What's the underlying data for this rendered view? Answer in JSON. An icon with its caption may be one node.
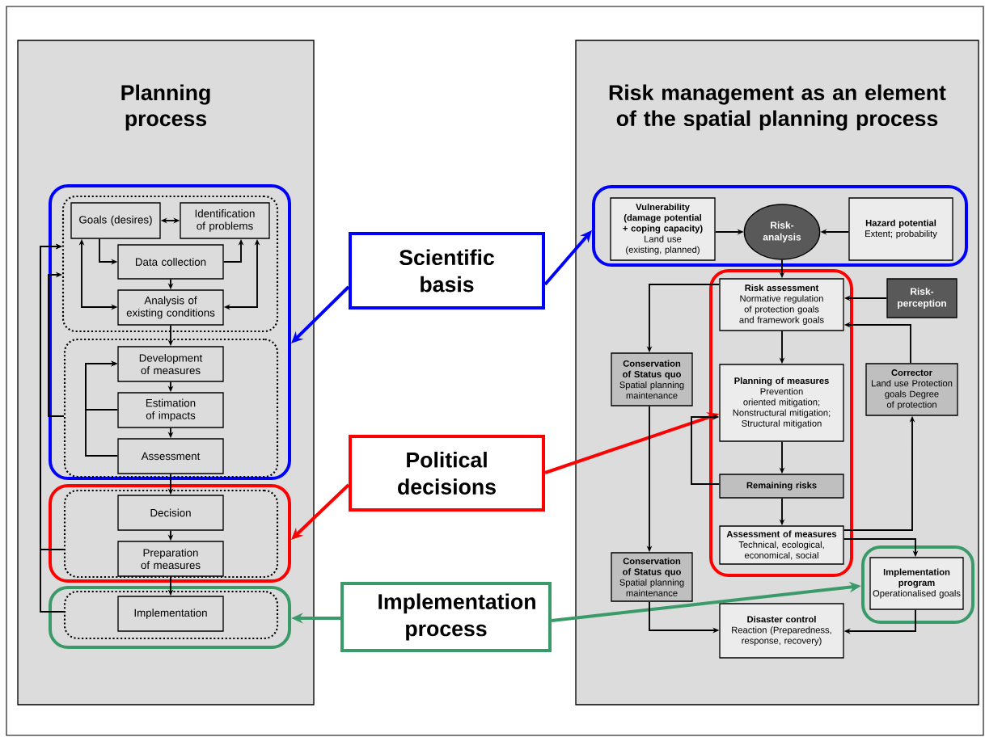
{
  "diagram": {
    "nodes": [
      {
        "text": [
          "Planning process"
        ]
      },
      {
        "text": [],
        "shape": "box",
        "in": 0
      },
      {
        "text": [],
        "shape": "box",
        "in": 1
      },
      {
        "text": [
          "Goals (desires)"
        ],
        "in": 2
      },
      {
        "text": [
          "Identification of problems"
        ],
        "in": 2
      },
      {
        "text": [
          "Data collection"
        ],
        "in": 2
      },
      {
        "text": [
          "Analysis of existing conditions"
        ],
        "in": 2
      },
      {
        "text": [],
        "shape": "box",
        "in": 1
      },
      {
        "text": [
          "Development of measures"
        ],
        "in": 7
      },
      {
        "text": [
          "Estimation of impacts"
        ],
        "in": 7
      },
      {
        "text": [
          "Assessment"
        ],
        "in": 7
      },
      {
        "text": [],
        "shape": "box",
        "in": 0
      },
      {
        "text": [],
        "shape": "box",
        "in": 11
      },
      {
        "text": [
          "Decision"
        ],
        "in": 12
      },
      {
        "text": [
          "Preparation of measures"
        ],
        "in": 12
      },
      {
        "text": [],
        "shape": "box",
        "in": 0
      },
      {
        "text": [],
        "shape": "box",
        "in": 15
      },
      {
        "text": [
          "Implementation"
        ],
        "in": 16
      },
      {
        "text": [
          "Scientific basis"
        ]
      },
      {
        "text": [
          "Political decisions"
        ]
      },
      {
        "text": [
          "Implementation process"
        ]
      },
      {
        "text": [
          "Risk management as an element of the spatial planning process"
        ]
      },
      {
        "text": [],
        "shape": "box",
        "in": 21
      },
      {
        "text": [
          "Vulnerability (damage potential + coping capacity)",
          "Land use (existing, planned)"
        ],
        "in": 22
      },
      {
        "text": [
          "Risk-analysis"
        ],
        "in": 22
      },
      {
        "text": [
          "Hazard potential",
          "Extent; probability"
        ],
        "in": 22
      },
      {
        "text": [],
        "shape": "box",
        "in": 21
      },
      {
        "text": [
          "Risk assessment",
          "Normative regulation of protection goals and framework goals"
        ],
        "in": 26
      },
      {
        "text": [
          "Risk-perception"
        ],
        "in": 21
      },
      {
        "text": [
          "Conservation of Status quo",
          "Spatial planning maintenance"
        ],
        "in": 21
      },
      {
        "text": [
          "Planning of measures",
          "Prevention oriented mitigation; Nonstructural mitigation; Structural mitigation"
        ],
        "in": 26
      },
      {
        "text": [
          "Corrector",
          "Land use Protection goals Degree of protection"
        ],
        "in": 21
      },
      {
        "text": [
          "Remaining risks"
        ],
        "in": 26
      },
      {
        "text": [
          "Assessment of measures",
          "Technical, ecological, economical, social"
        ],
        "in": 26
      },
      {
        "text": [],
        "shape": "box",
        "in": 21
      },
      {
        "text": [
          "Implementation program",
          "Operationalised goals"
        ],
        "in": 34
      },
      {
        "text": [
          "Conservation of Status quo",
          "Spatial planning maintenance"
        ],
        "in": 21
      },
      {
        "text": [
          "Disaster control",
          "Reaction (Preparedness, response, recovery)"
        ],
        "in": 21
      }
    ],
    "edges": [
      {
        "from": 3,
        "to": 4,
        "arrow": "both"
      },
      {
        "from": 3,
        "to": 5,
        "arrow": "to"
      },
      {
        "from": 5,
        "to": 4,
        "arrow": "to"
      },
      {
        "from": 5,
        "to": 6,
        "arrow": "to"
      },
      {
        "from": 6,
        "to": 3,
        "arrow": "both"
      },
      {
        "from": 6,
        "to": 4,
        "arrow": "both"
      },
      {
        "from": 6,
        "to": 8,
        "arrow": "to"
      },
      {
        "from": 8,
        "to": 9,
        "arrow": "to"
      },
      {
        "from": 9,
        "to": 10,
        "arrow": "to"
      },
      {
        "from": 10,
        "to": 8,
        "arrow": "to"
      },
      {
        "from": 9,
        "to": 8,
        "arrow": "to"
      },
      {
        "from": 10,
        "to": 13,
        "arrow": "to"
      },
      {
        "from": 13,
        "to": 14,
        "arrow": "to"
      },
      {
        "from": 14,
        "to": 17,
        "arrow": "to"
      },
      {
        "from": 16,
        "to": 2,
        "arrow": "to"
      },
      {
        "from": 12,
        "to": 2,
        "arrow": "to"
      },
      {
        "from": 7,
        "to": 2,
        "arrow": "to"
      },
      {
        "from": 18,
        "to": 1,
        "arrow": "to",
        "style": "thick",
        "color": "#0000ff"
      },
      {
        "from": 18,
        "to": 22,
        "arrow": "to",
        "style": "thick",
        "color": "#0000ff"
      },
      {
        "from": 19,
        "to": 11,
        "arrow": "to",
        "style": "thick",
        "color": "#ff0000"
      },
      {
        "from": 19,
        "to": 30,
        "arrow": "to",
        "style": "thick",
        "color": "#ff0000"
      },
      {
        "from": 20,
        "to": 15,
        "arrow": "to",
        "style": "thick",
        "color": "#3a9a6a"
      },
      {
        "from": 20,
        "to": 34,
        "arrow": "to",
        "style": "thick",
        "color": "#3a9a6a"
      },
      {
        "from": 23,
        "to": 24,
        "arrow": "to"
      },
      {
        "from": 25,
        "to": 24,
        "arrow": "to"
      },
      {
        "from": 24,
        "to": 27,
        "arrow": "to"
      },
      {
        "from": 28,
        "to": 27,
        "arrow": "to"
      },
      {
        "from": 31,
        "to": 27,
        "arrow": "to"
      },
      {
        "from": 27,
        "to": 29,
        "arrow": "to"
      },
      {
        "from": 27,
        "to": 30,
        "arrow": "to"
      },
      {
        "from": 30,
        "to": 32,
        "arrow": "to"
      },
      {
        "from": 32,
        "to": 33,
        "arrow": "to"
      },
      {
        "from": 29,
        "to": 36,
        "arrow": "to"
      },
      {
        "from": 32,
        "to": 30,
        "arrow": "to"
      },
      {
        "from": 33,
        "to": 31,
        "arrow": "to"
      },
      {
        "from": 33,
        "to": 35,
        "arrow": "to"
      },
      {
        "from": 36,
        "to": 37,
        "arrow": "to"
      },
      {
        "from": 35,
        "to": 37,
        "arrow": "to"
      }
    ]
  }
}
